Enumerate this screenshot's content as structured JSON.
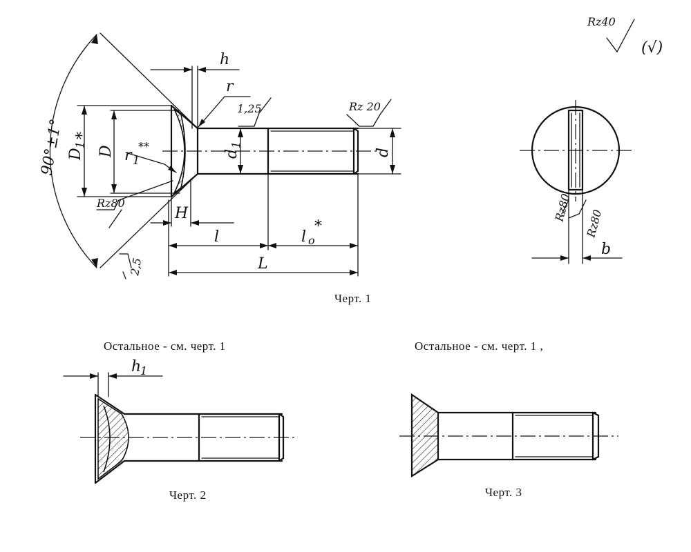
{
  "drawing1": {
    "caption": "Черт. 1",
    "labels": {
      "h": "h",
      "r": "r",
      "thread_rough": "1,25",
      "rz_thread": "Rz 20",
      "d1": "d",
      "d1_sub": "1",
      "d": "d",
      "D1": "D",
      "D1_sub": "1",
      "D1_star": "*",
      "D": "D",
      "r1": "r",
      "r1_sub": "1",
      "r1_stars": "**",
      "rz_head": "Rz80",
      "H": "H",
      "l": "l",
      "l0": "l",
      "l0_sub": "o",
      "l0_star": "*",
      "L": "L",
      "angle": "90°±1°",
      "edge": "2,5"
    }
  },
  "general_roughness": {
    "label": "Rz40",
    "mark": "(√)"
  },
  "end_view": {
    "rz_left": "Rz80",
    "rz_right": "Rz80",
    "b": "b"
  },
  "drawing2": {
    "note": "Остальное - см. черт. 1",
    "caption": "Черт. 2",
    "h1": "h",
    "h1_sub": "1"
  },
  "drawing3": {
    "note": "Остальное - см. черт. 1 ,",
    "caption": "Черт. 3"
  }
}
